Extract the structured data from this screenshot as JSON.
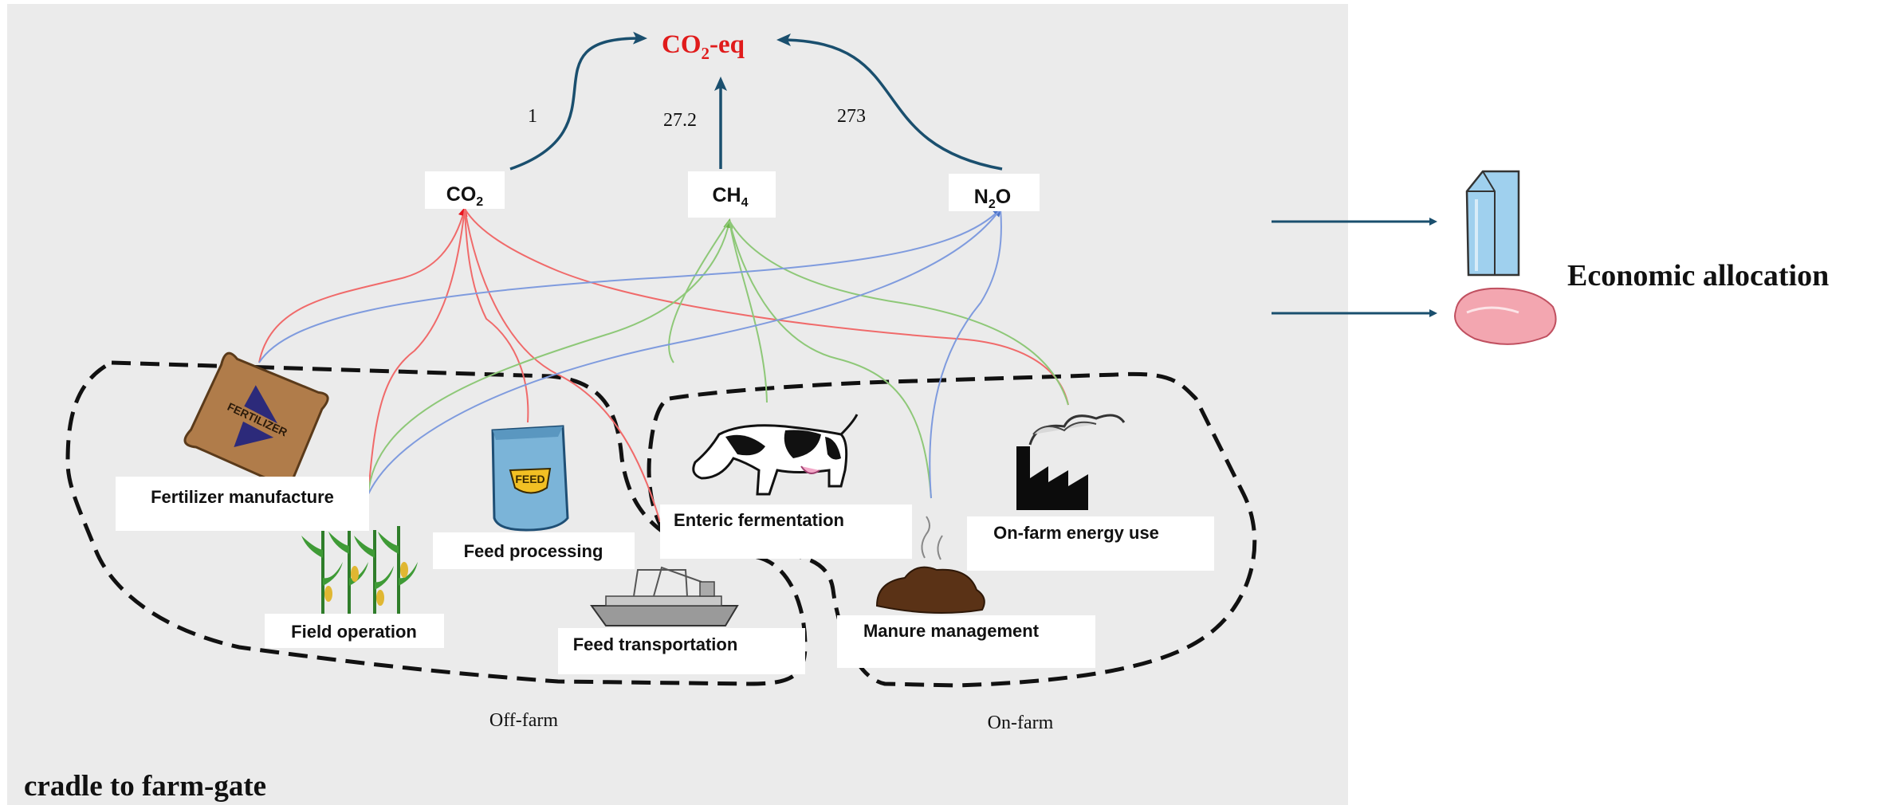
{
  "target": {
    "text": "CO",
    "subscript": "2",
    "suffix": "-eq",
    "color": "#e01b1b"
  },
  "gases": [
    {
      "id": "co2",
      "text": "CO",
      "subscript": "2",
      "suffix": "",
      "color": "#f05a5a",
      "gwp": "1"
    },
    {
      "id": "ch4",
      "text": "CH",
      "subscript": "4",
      "suffix": "",
      "color": "#7fc06a",
      "gwp": "27.2"
    },
    {
      "id": "n2o",
      "text": "N",
      "subscript": "2",
      "suffix": "O",
      "color": "#5f86d6",
      "gwp": "273"
    }
  ],
  "sources": {
    "fertilizer": "Fertilizer manufacture",
    "field": "Field operation",
    "feed_processing": "Feed processing",
    "feed_transport": "Feed transportation",
    "enteric": "Enteric fermentation",
    "manure": "Manure management",
    "energy": "On-farm energy use"
  },
  "groups": {
    "off_farm": "Off-farm",
    "on_farm": "On-farm"
  },
  "boundary": "cradle to farm-gate",
  "allocation": "Economic allocation",
  "colors": {
    "arrow": "#1a4f6e",
    "panel": "#ebebeb",
    "co2_line": "#f05a5a",
    "ch4_line": "#86c36e",
    "n2o_line": "#6e8fd8"
  },
  "icons": [
    "fertilizer-bag-icon",
    "corn-plants-icon",
    "feed-bag-icon",
    "cargo-ship-icon",
    "cow-icon",
    "manure-icon",
    "factory-icon",
    "milk-carton-icon",
    "meat-icon"
  ]
}
